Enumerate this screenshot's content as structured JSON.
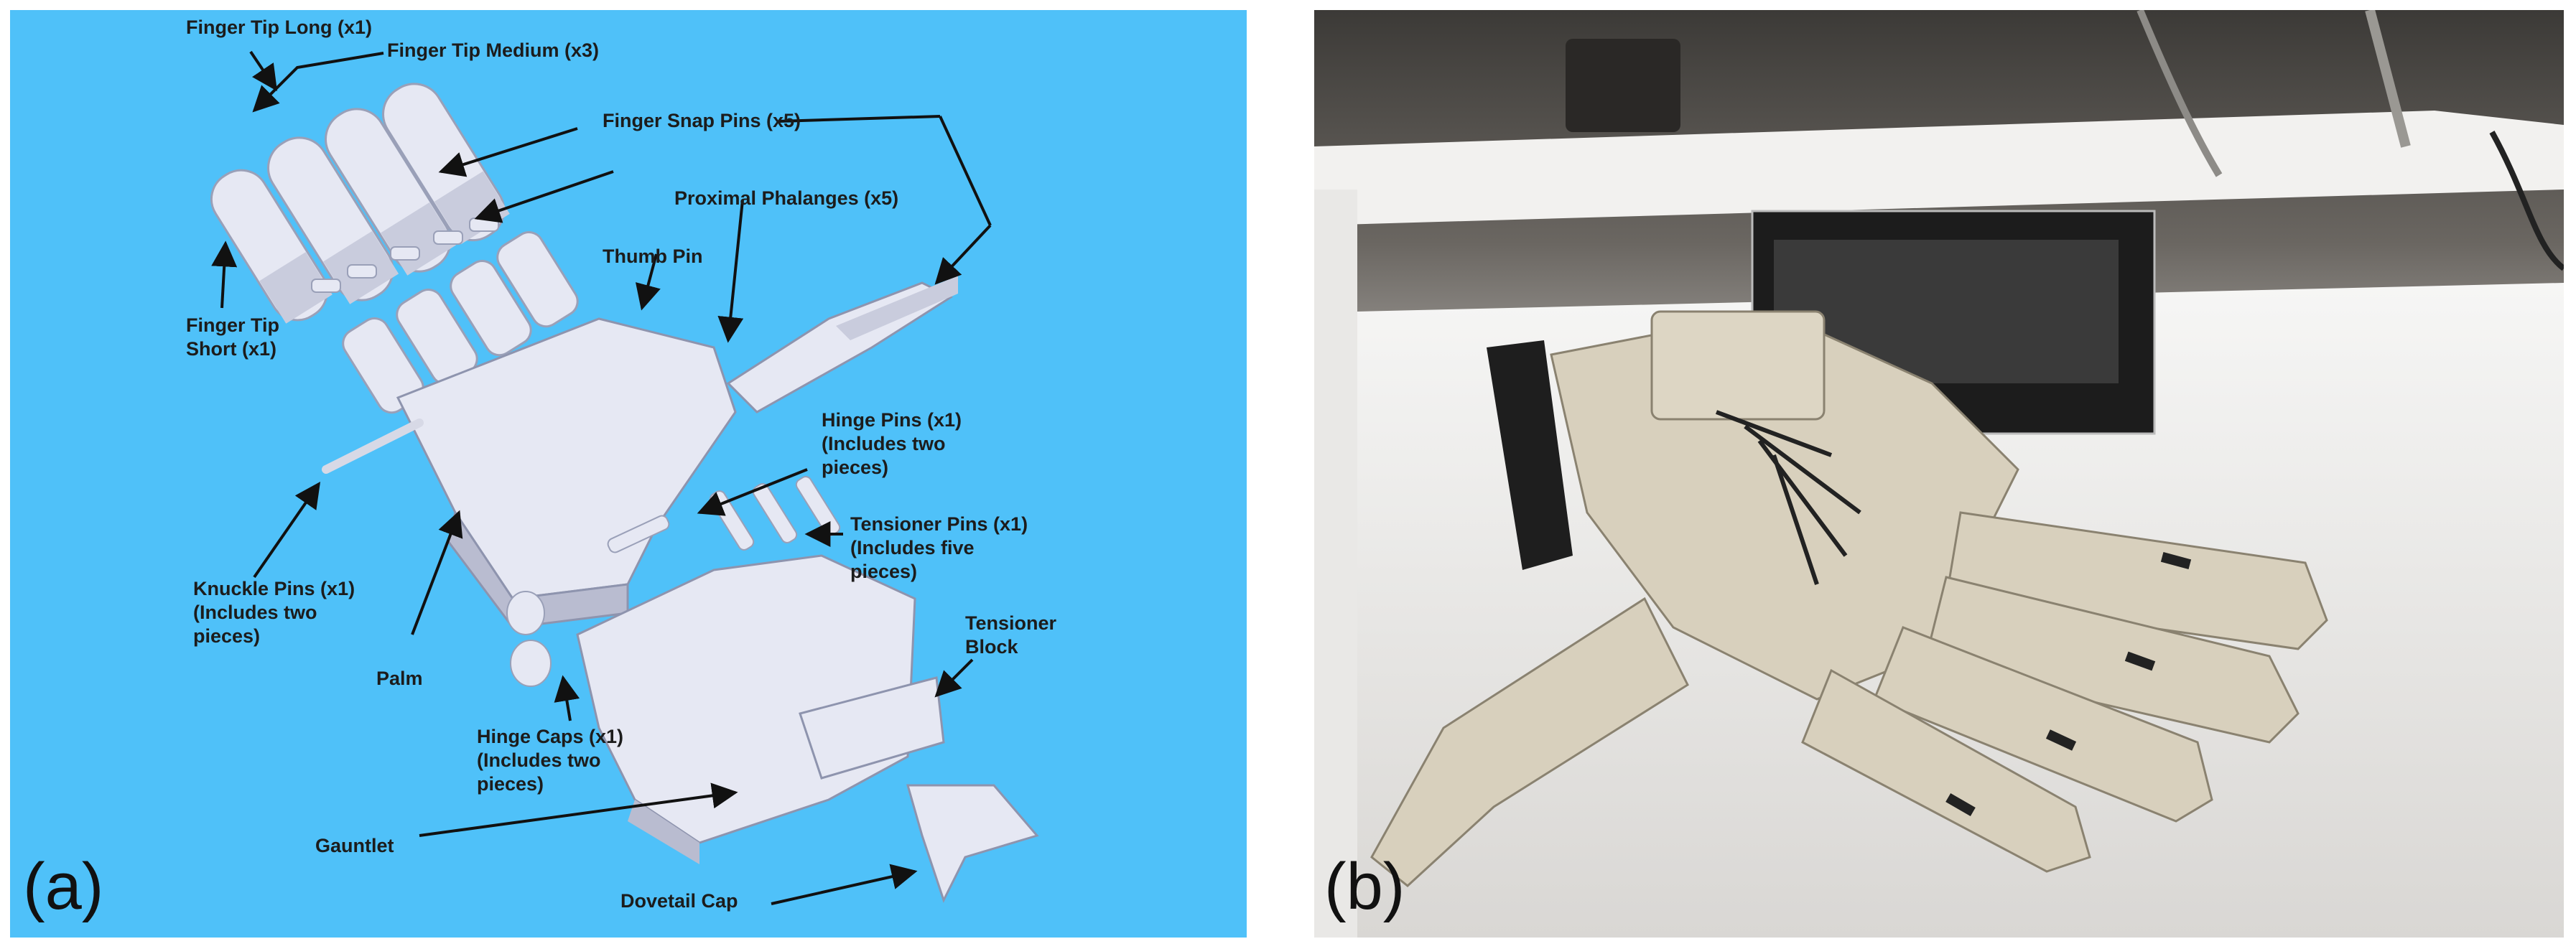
{
  "panel_a": {
    "tag": "(a)",
    "labels": {
      "finger_tip_long": "Finger Tip Long (x1)",
      "finger_tip_medium": "Finger Tip Medium (x3)",
      "finger_snap_pins": "Finger Snap Pins (x5)",
      "proximal_phalanges": "Proximal Phalanges (x5)",
      "thumb_pin": "Thumb Pin",
      "finger_tip_short": "Finger Tip\nShort (x1)",
      "hinge_pins": "Hinge Pins (x1)\n(Includes two\npieces)",
      "tensioner_pins": "Tensioner Pins (x1)\n(Includes five\npieces)",
      "knuckle_pins": "Knuckle Pins (x1)\n(Includes two\npieces)",
      "tensioner_block": "Tensioner\nBlock",
      "palm": "Palm",
      "hinge_caps": "Hinge Caps (x1)\n(Includes two\npieces)",
      "gauntlet": "Gauntlet",
      "dovetail_cap": "Dovetail Cap"
    }
  },
  "panel_b": {
    "tag": "(b)"
  },
  "colors": {
    "panel_a_background": "#4fc1f9",
    "part_fill": "#e6e8f3",
    "part_shade": "#b9bcd0",
    "printed_hand": "#d8d0bd"
  }
}
